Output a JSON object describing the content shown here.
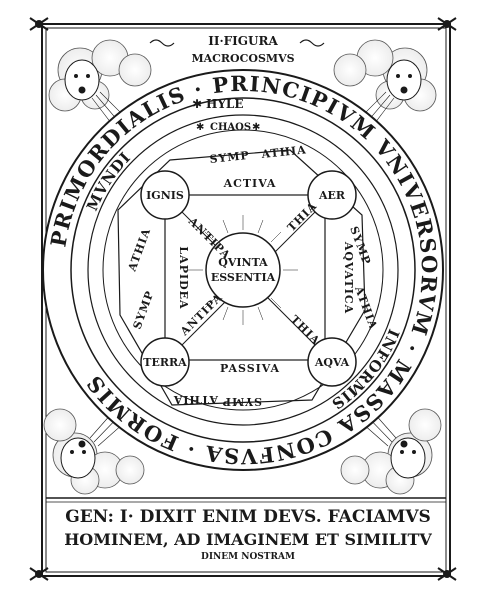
{
  "figure": {
    "title": "II·FIGURA",
    "subtitle": "MACROCOSMVS"
  },
  "outer_ring": {
    "text": "PRIMORDIALIS · PRINCIPIVM VNIVERSORVM · MASSA CONFVSA · FORMIS"
  },
  "inner_ring": {
    "hyle": "HYLE",
    "chaos": "CHAOS",
    "left_text": "MVNDI",
    "right_text": "INFORMIS"
  },
  "nodes": {
    "ignis": "IGNIS",
    "aer": "AER",
    "terra": "TERRA",
    "aqua": "AQVA",
    "center_line1": "QVINTA",
    "center_line2": "ESSENTIA"
  },
  "edges": {
    "top": "ACTIVA",
    "bottom": "PASSIVA",
    "left": "LAPIDEA",
    "right": "AQVATICA",
    "sympathia_top_a": "SYMP",
    "sympathia_top_b": "ATHIA",
    "sympathia_bottom_a": "SYMP",
    "sympathia_bottom_b": "ATHIA",
    "sympathia_left_a": "SYMP",
    "sympathia_left_b": "ATHIA",
    "sympathia_right_a": "SYMP",
    "sympathia_right_b": "ATHIA",
    "antipathia_a1": "ANTIPA",
    "antipathia_b1": "THIA",
    "antipathia_a2": "ANTIPA",
    "antipathia_b2": "THIA"
  },
  "caption": {
    "line1": "GEN: I· DIXIT ENIM DEVS. FACIAMVS",
    "line2": "HOMINEM, AD IMAGINEM ET SIMILITV",
    "line3": "DINEM NOSTRAM"
  },
  "colors": {
    "ink": "#1a1a1a",
    "paper": "#ffffff"
  }
}
